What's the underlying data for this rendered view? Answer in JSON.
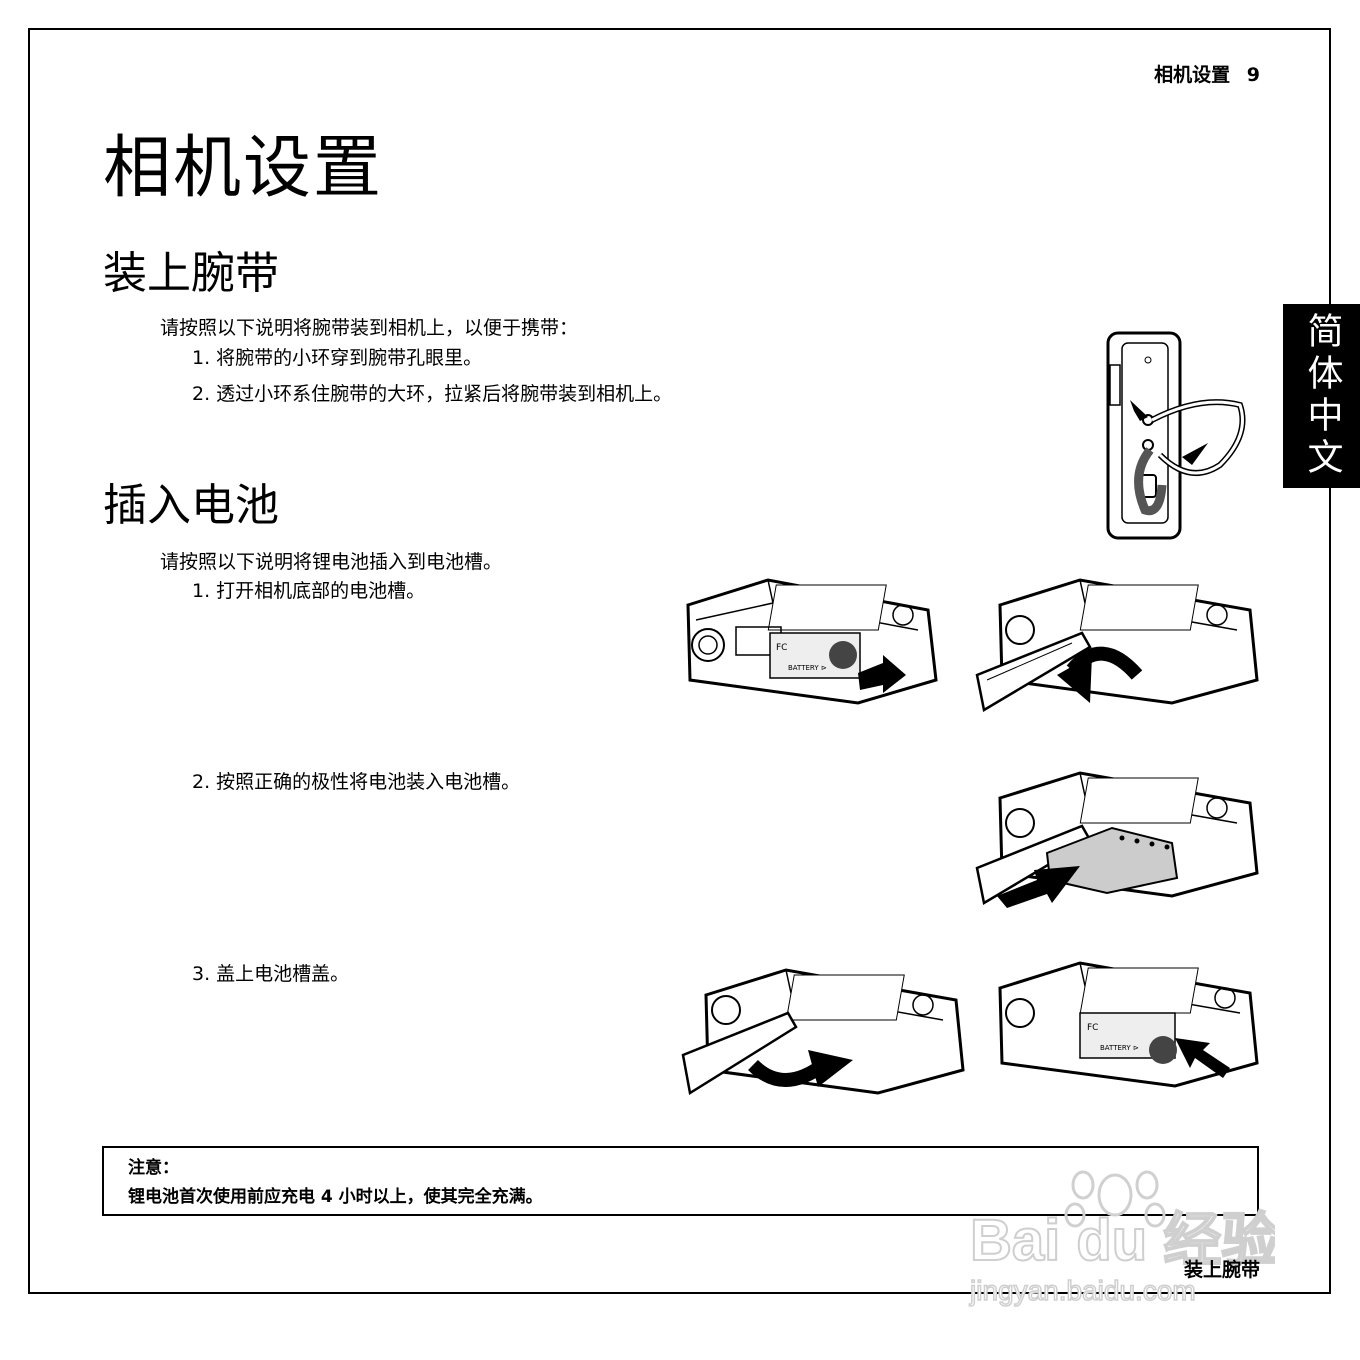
{
  "header": {
    "title": "相机设置",
    "page_number": "9"
  },
  "page_title": "相机设置",
  "language_tab": "简体中文",
  "strap_section": {
    "title": "装上腕带",
    "intro": "请按照以下说明将腕带装到相机上，以便于携带：",
    "steps": [
      "1. 将腕带的小环穿到腕带孔眼里。",
      "2. 透过小环系住腕带的大环，拉紧后将腕带装到相机上。"
    ]
  },
  "battery_section": {
    "title": "插入电池",
    "intro": "请按照以下说明将锂电池插入到电池槽。",
    "steps": [
      "1. 打开相机底部的电池槽。",
      "2. 按照正确的极性将电池装入电池槽。",
      "3. 盖上电池槽盖。"
    ]
  },
  "illustration_labels": {
    "battery_text": "BATTERY ⊳",
    "fc_mark": "FC"
  },
  "note": {
    "heading": "注意：",
    "body": "锂电池首次使用前应充电 4 小时以上，使其完全充满。"
  },
  "footer": {
    "label": "装上腕带"
  },
  "watermark": {
    "text": "Bai du 经验",
    "url_text": "jingyan.baidu.com"
  }
}
